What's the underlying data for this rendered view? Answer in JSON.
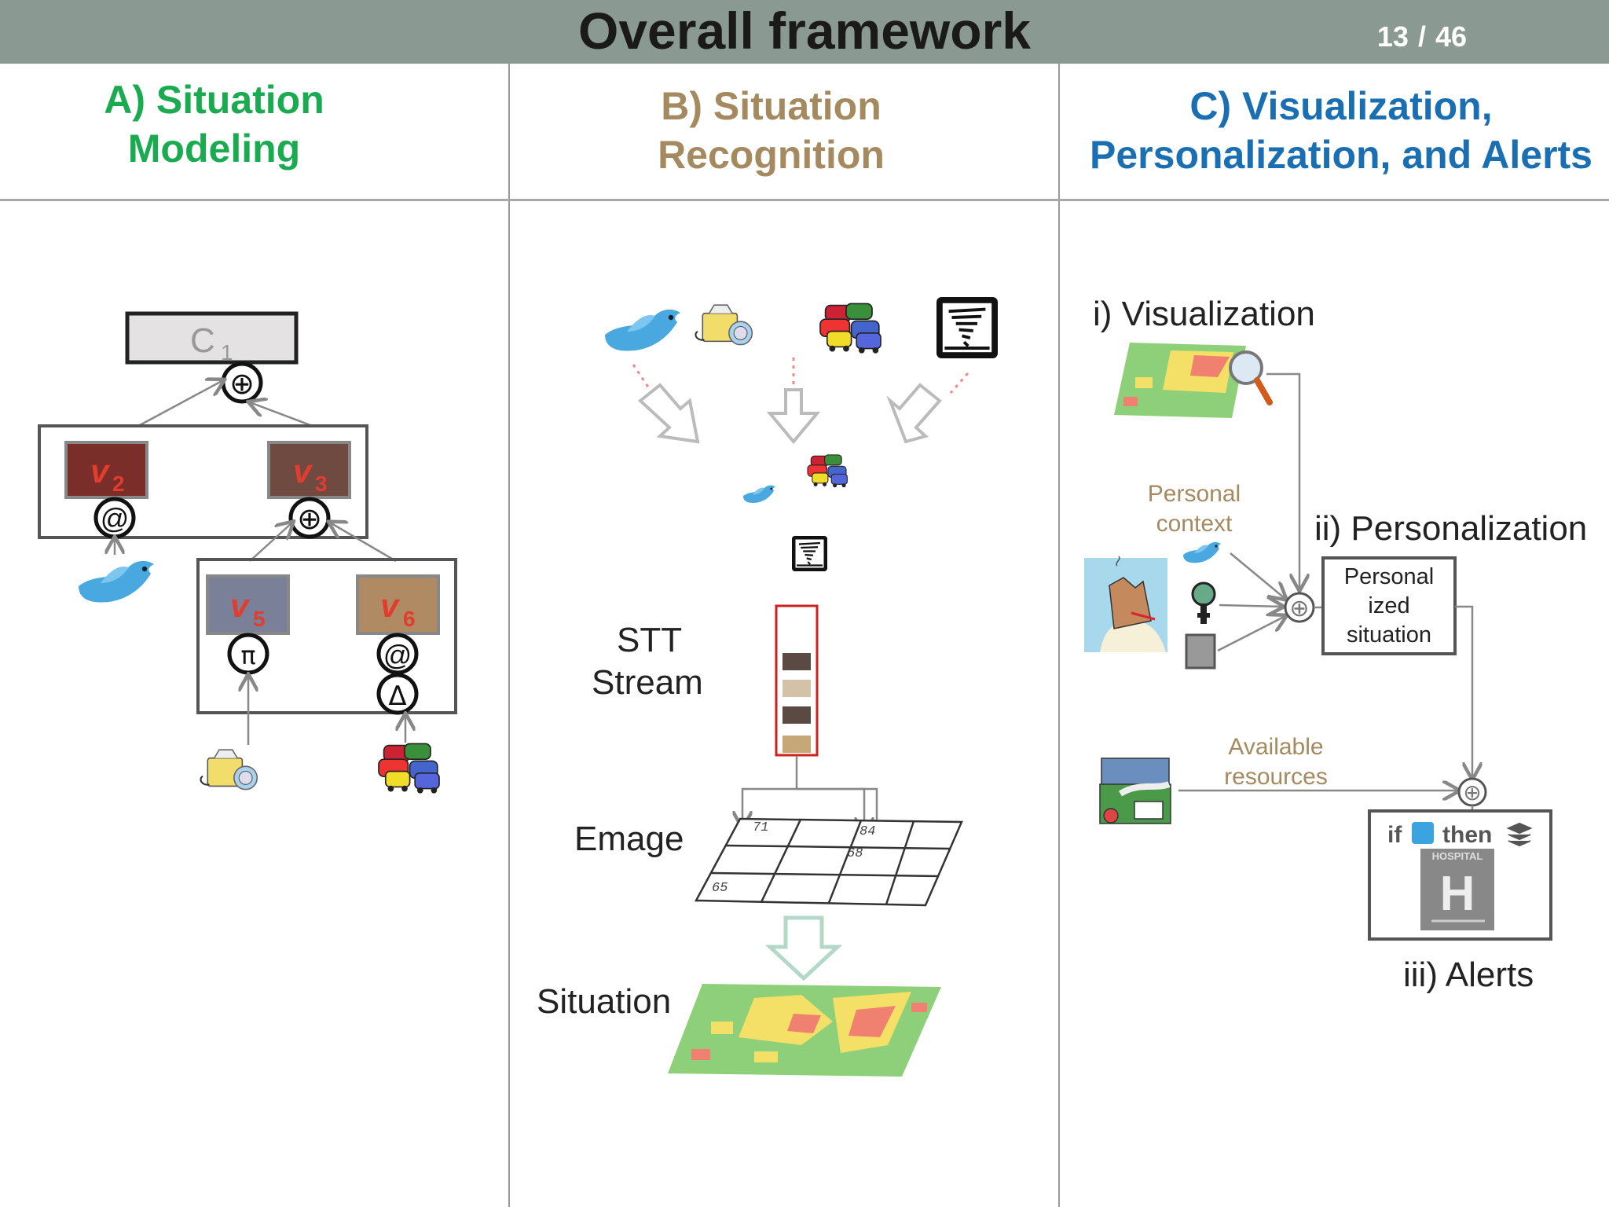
{
  "header": {
    "title": "Overall framework",
    "page_current": "13",
    "page_separator": "/",
    "page_total": "46"
  },
  "columns": {
    "a": {
      "line1": "A) Situation",
      "line2": "Modeling",
      "color": "#1aaa50"
    },
    "b": {
      "line1": "B) Situation",
      "line2": "Recognition",
      "color": "#a58a60"
    },
    "c": {
      "line1": "C) Visualization,",
      "line2": "Personalization, and Alerts",
      "color": "#1a6fb3"
    }
  },
  "modeling": {
    "root": "C",
    "root_sub": "1",
    "nodes": [
      {
        "letter": "v",
        "sub": "2",
        "color": "#7a2e2a"
      },
      {
        "letter": "v",
        "sub": "3",
        "color": "#6e4a40"
      },
      {
        "letter": "v",
        "sub": "5",
        "color": "#7a8098"
      },
      {
        "letter": "v",
        "sub": "6",
        "color": "#b08a62"
      }
    ],
    "operators": {
      "plus": "⊕",
      "at": "@",
      "pi": "π",
      "delta": "Δ"
    }
  },
  "recognition": {
    "stt_line1": "STT",
    "stt_line2": "Stream",
    "emage": "Emage",
    "situation": "Situation",
    "grid_values": [
      "71",
      "84",
      "68",
      "65"
    ]
  },
  "visualization": {
    "vis_label": "i) Visualization",
    "personal_context_1": "Personal",
    "personal_context_2": "context",
    "pers_label": "ii) Personalization",
    "pers_box_1": "Personal",
    "pers_box_2": "ized",
    "pers_box_3": "situation",
    "avail_1": "Available",
    "avail_2": "resources",
    "alerts_label": "iii) Alerts",
    "alert_if": "if",
    "alert_then": "then",
    "hospital": "HOSPITAL",
    "hospital_letter": "H"
  },
  "colors": {
    "header": "#8a9a93",
    "accent_box": "#cc2222",
    "context_text": "#a58a60"
  },
  "icons": [
    "twitter-bird-icon",
    "camera-icon",
    "traffic-cars-icon",
    "tornado-icon",
    "magnifier-icon",
    "sick-person-icon",
    "thermometer-icon",
    "phone-icon",
    "city-resources-icon",
    "hospital-sign-icon"
  ]
}
